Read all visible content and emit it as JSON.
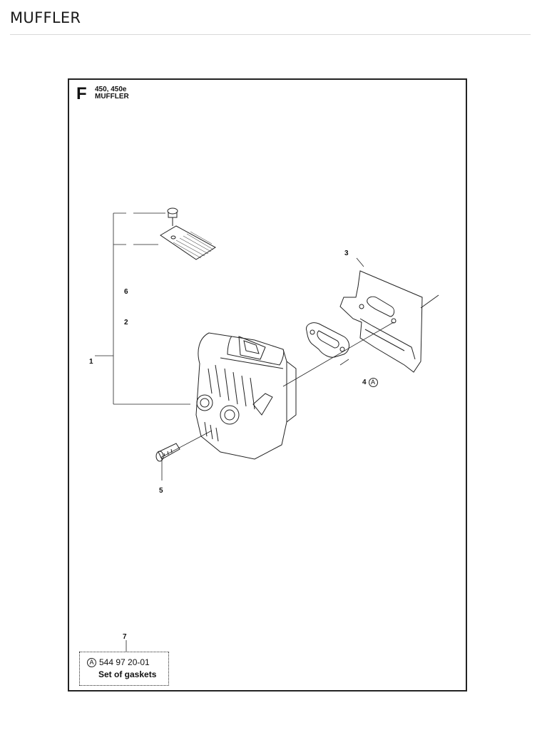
{
  "header": {
    "title": "MUFFLER"
  },
  "sheet": {
    "section_code": "F",
    "models": "450, 450e",
    "name": "MUFFLER"
  },
  "callouts": [
    {
      "number": "1"
    },
    {
      "number": "2"
    },
    {
      "number": "3"
    },
    {
      "number": "4",
      "marker": "A"
    },
    {
      "number": "5"
    },
    {
      "number": "6"
    },
    {
      "number": "7"
    }
  ],
  "kit": {
    "marker": "A",
    "part_number": "544 97 20-01",
    "description": "Set of gaskets"
  }
}
